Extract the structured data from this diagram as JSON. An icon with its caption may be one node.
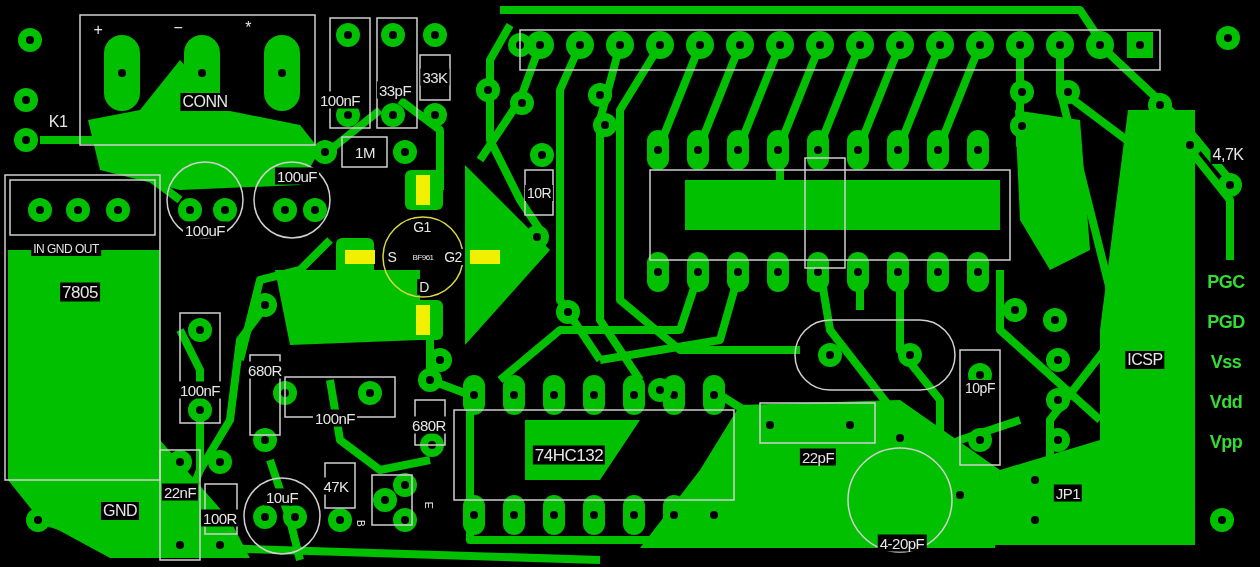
{
  "diagram": {
    "labels": [
      "+",
      "−",
      "*",
      "100nF",
      "33pF",
      "33K",
      "K1",
      "CONN",
      "1M",
      "100uF",
      "G1",
      "100uF",
      "10R",
      "4,7K",
      "IN GND OUT",
      "S",
      "BF961",
      "G2",
      "PGC",
      "D",
      "7805",
      "PGD",
      "ICSP",
      "680R",
      "Vss",
      "10pF",
      "100nF",
      "100nF",
      "680R",
      "Vdd",
      "Vpp",
      "74HC132",
      "22pF",
      "47K",
      "E",
      "10uF",
      "JP1",
      "22nF",
      "GND",
      "100R",
      "B",
      "4-20pF"
    ]
  }
}
